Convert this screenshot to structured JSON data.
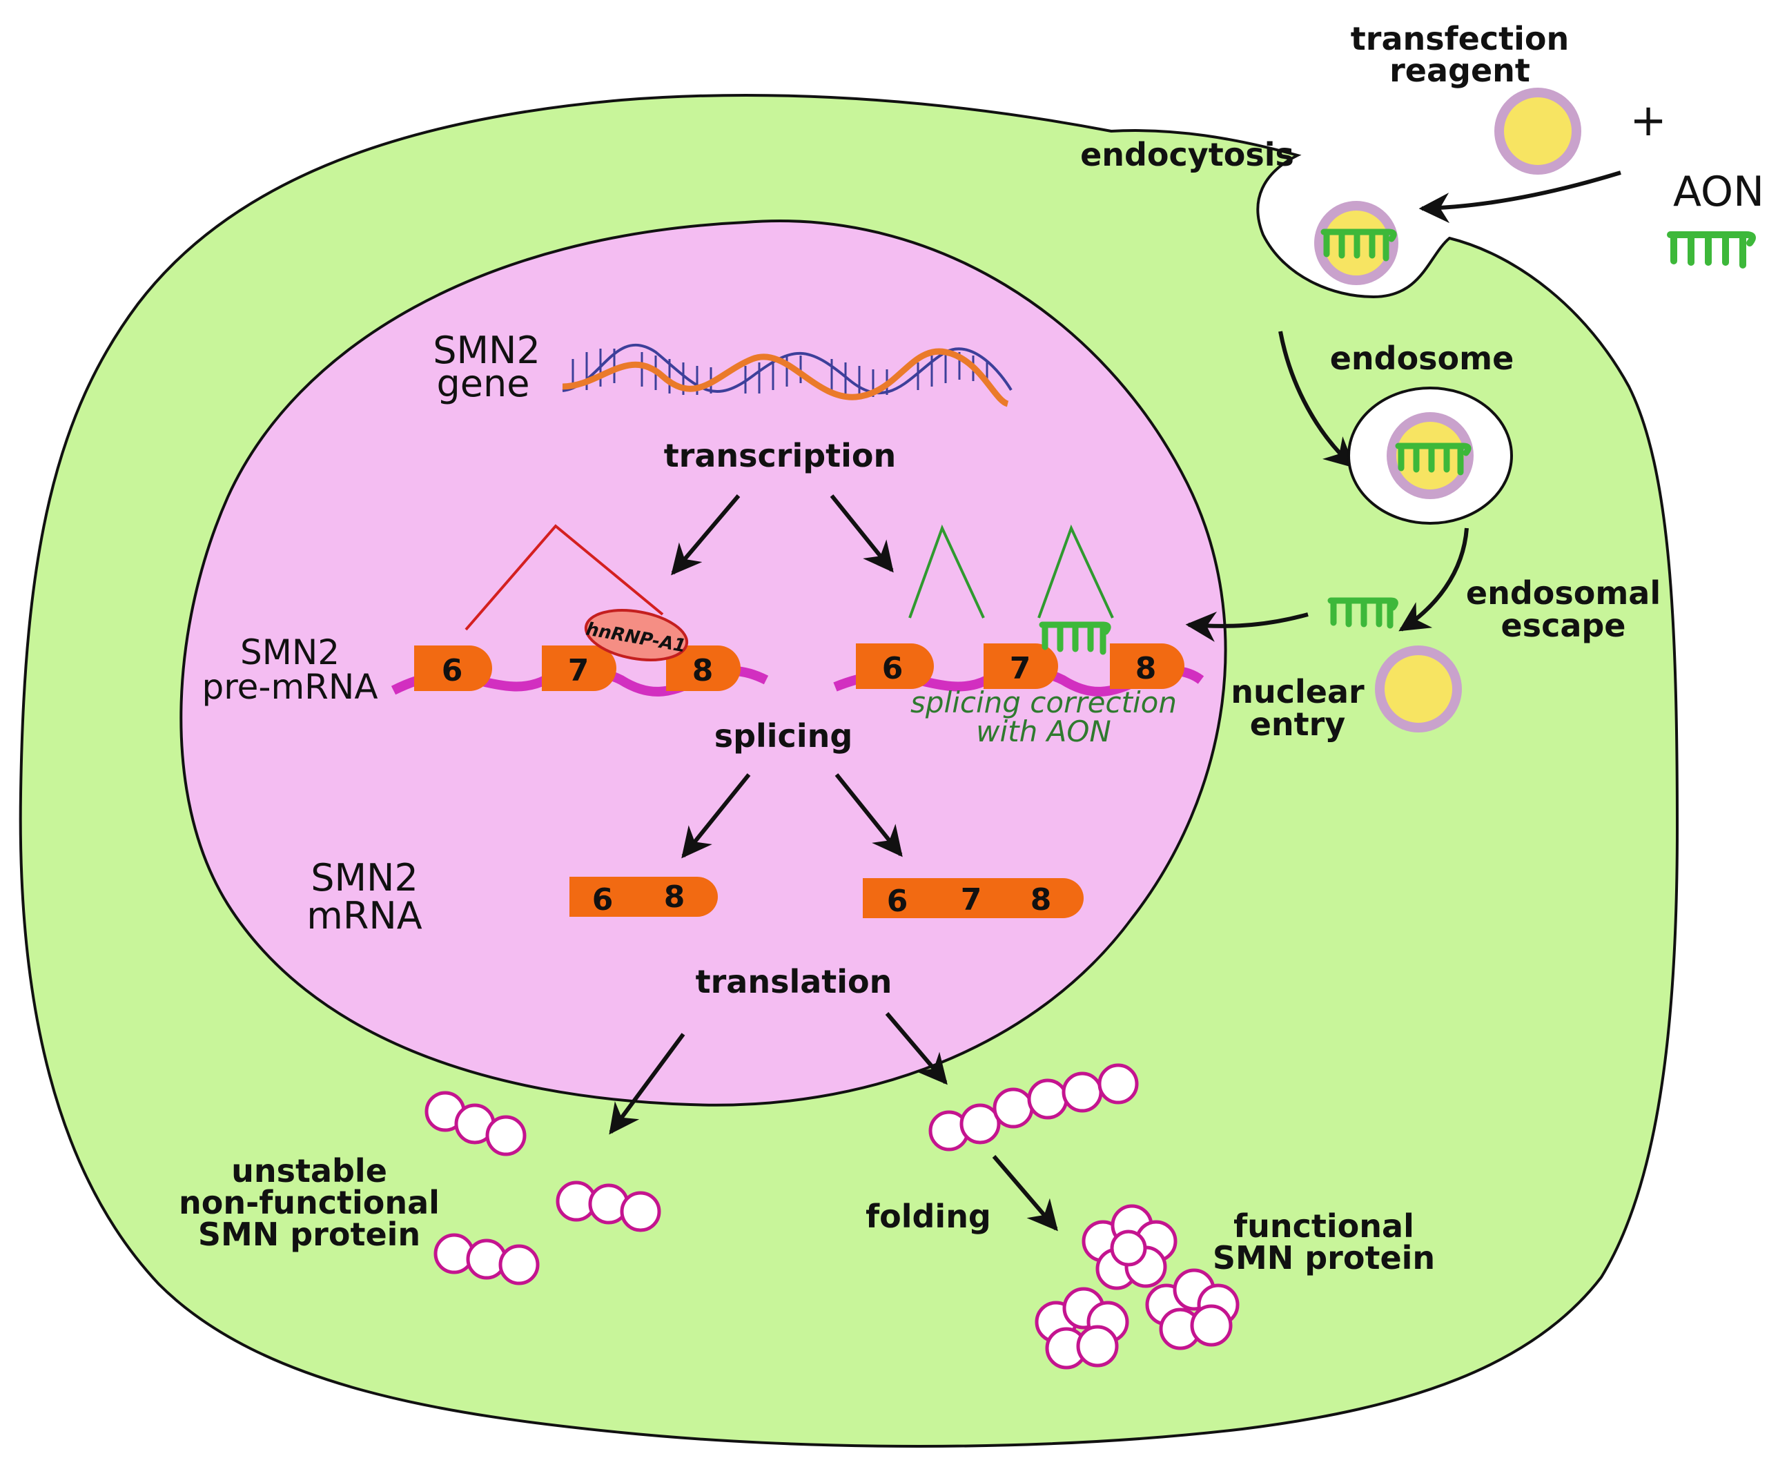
{
  "labels": {
    "transfection_reagent_line1": "transfection",
    "transfection_reagent_line2": "reagent",
    "plus": "+",
    "aon": "AON",
    "endocytosis": "endocytosis",
    "endosome": "endosome",
    "endosomal_escape_line1": "endosomal",
    "endosomal_escape_line2": "escape",
    "nuclear_entry_line1": "nuclear",
    "nuclear_entry_line2": "entry",
    "smn2_gene_line1": "SMN2",
    "smn2_gene_line2": "gene",
    "transcription": "transcription",
    "smn2_premrna_line1": "SMN2",
    "smn2_premrna_line2": "pre-mRNA",
    "hnrnp": "hnRNP-A1",
    "splicing_correction_line1": "splicing correction",
    "splicing_correction_line2": "with AON",
    "splicing": "splicing",
    "smn2_mrna_line1": "SMN2",
    "smn2_mrna_line2": "mRNA",
    "translation": "translation",
    "unstable_line1": "unstable",
    "unstable_line2": "non-functional",
    "unstable_line3": "SMN protein",
    "folding": "folding",
    "functional_line1": "functional",
    "functional_line2": "SMN protein"
  },
  "exons": {
    "left_pre": [
      "6",
      "7",
      "8"
    ],
    "right_pre": [
      "6",
      "7",
      "8"
    ],
    "left_mrna": [
      "6",
      "8"
    ],
    "right_mrna": [
      "6",
      "7",
      "8"
    ]
  },
  "colors": {
    "cytoplasm": "#c8f59a",
    "nucleus": "#f4bdf2",
    "exon": "#f26a12",
    "intron": "#d22fc0",
    "aon": "#3db83a",
    "lipid_ring": "#c9a2cc",
    "lipid_core": "#f7e462",
    "protein": "#c4148f",
    "hnrnp_fill": "#f58e84",
    "hnrnp_stroke": "#c41f1f",
    "splice_red": "#d42020",
    "splice_green": "#2f9a2f",
    "dna_orange": "#ea7a2a",
    "dna_blue": "#3d3f9a"
  }
}
